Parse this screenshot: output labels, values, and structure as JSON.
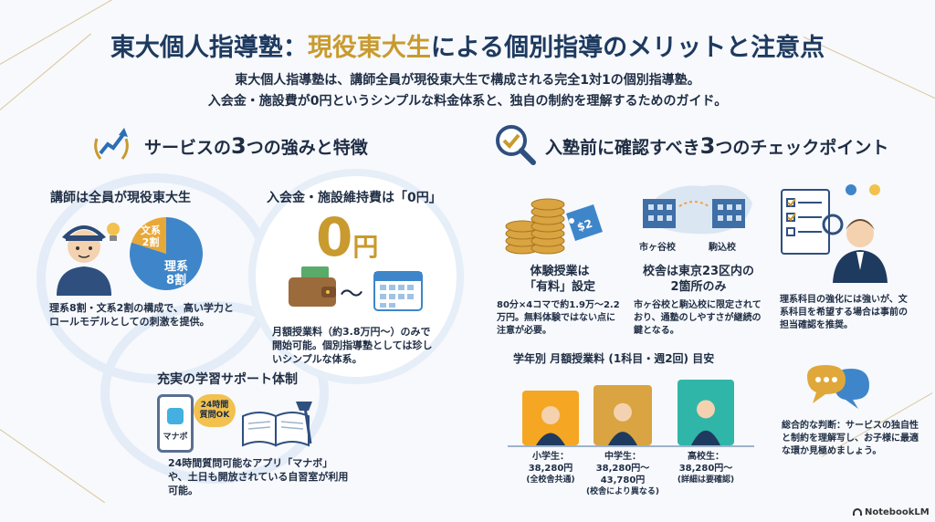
{
  "header": {
    "title_part1": "東大個人指導塾：",
    "title_highlight": "現役東大生",
    "title_part2": "による個別指導のメリットと注意点",
    "subtitle_line1": "東大個人指導塾は、講師全員が現役東大生で構成される完全1対1の個別指導塾。",
    "subtitle_line2": "入会金・施設費が0円というシンプルな料金体系と、独自の制約を理解するためのガイド。"
  },
  "left_section": {
    "heading_pre": "サービスの",
    "heading_num": "3",
    "heading_post": "つの強みと特徴",
    "feature1": {
      "title": "講師は全員が現役東大生",
      "pie_label_bunkei": "文系\n2割",
      "pie_label_rikei": "理系\n8割",
      "pie_values": {
        "rikei": 80,
        "bunkei": 20
      },
      "desc": "理系8割・文系2割の構成で、高い学力とロールモデルとしての刺激を提供。"
    },
    "feature2": {
      "title": "入会金・施設維持費は「0円」",
      "big_value": "0",
      "big_unit": "円",
      "tilde": "〜",
      "desc": "月額授業料（約3.8万円〜）のみで開始可能。個別指導塾としては珍しいシンプルな体系。"
    },
    "feature3": {
      "title": "充実の学習サポート体制",
      "app_name": "マナボ",
      "bubble_text": "24時間\n質問OK",
      "desc": "24時間質問可能なアプリ「マナボ」や、土日も開放されている自習室が利用可能。"
    }
  },
  "right_section": {
    "heading_pre": "入塾前に確認すべき",
    "heading_num": "3",
    "heading_post": "つのチェックポイント",
    "point1": {
      "price_tag": "$2",
      "title": "体験授業は\n「有料」設定",
      "desc": "80分×4コマで約1.9万〜2.2万円。無料体験ではない点に注意が必要。"
    },
    "point2": {
      "school1": "市ヶ谷校",
      "school2": "駒込校",
      "title": "校舎は東京23区内の\n2箇所のみ",
      "desc": "市ヶ谷校と駒込校に限定されており、通塾のしやすさが継続の鍵となる。"
    },
    "point3": {
      "desc": "理系科目の強化には強いが、文系科目を希望する場合は事前の担当確認を推奨。"
    },
    "fee_chart": {
      "title": "学年別 月額授業料 (1科目・週2回) 目安",
      "bars": [
        {
          "label": "小学生：",
          "value": "38,280円",
          "note": "(全校舎共通)",
          "color": "#f5a623"
        },
        {
          "label": "中学生：",
          "value": "38,280円〜\n43,780円",
          "note": "(校舎により異なる)",
          "color": "#d9a441"
        },
        {
          "label": "高校生：",
          "value": "38,280円〜",
          "note": "(詳細は要確認)",
          "color": "#2fb6a9"
        }
      ]
    },
    "conclusion": "総合的な判断：サービスの独自性と制約を理解写し、お子様に最適な環か見極めましょう。"
  },
  "footer": {
    "brand": "NotebookLM"
  },
  "colors": {
    "navy": "#1e3a5f",
    "gold": "#c99a2e",
    "pie_blue": "#3e86c9",
    "pie_orange": "#e8a838"
  }
}
